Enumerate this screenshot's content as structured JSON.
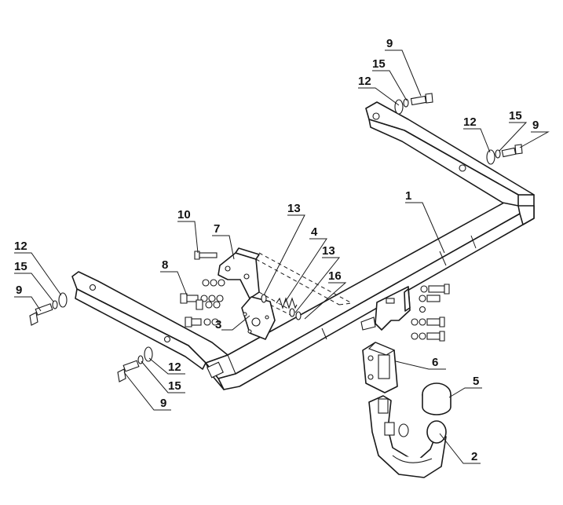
{
  "diagram": {
    "callouts": [
      {
        "id": "c-9-top",
        "text": "9"
      },
      {
        "id": "c-15-top",
        "text": "15"
      },
      {
        "id": "c-12-top",
        "text": "12"
      },
      {
        "id": "c-12-right",
        "text": "12"
      },
      {
        "id": "c-15-right",
        "text": "15"
      },
      {
        "id": "c-9-right",
        "text": "9"
      },
      {
        "id": "c-1",
        "text": "1"
      },
      {
        "id": "c-13-a",
        "text": "13"
      },
      {
        "id": "c-10",
        "text": "10"
      },
      {
        "id": "c-7",
        "text": "7"
      },
      {
        "id": "c-4",
        "text": "4"
      },
      {
        "id": "c-13-b",
        "text": "13"
      },
      {
        "id": "c-8",
        "text": "8"
      },
      {
        "id": "c-16",
        "text": "16"
      },
      {
        "id": "c-3",
        "text": "3"
      },
      {
        "id": "c-12-left",
        "text": "12"
      },
      {
        "id": "c-15-left",
        "text": "15"
      },
      {
        "id": "c-9-left",
        "text": "9"
      },
      {
        "id": "c-12-bottom",
        "text": "12"
      },
      {
        "id": "c-15-bottom",
        "text": "15"
      },
      {
        "id": "c-9-bottom",
        "text": "9"
      },
      {
        "id": "c-6",
        "text": "6"
      },
      {
        "id": "c-5",
        "text": "5"
      },
      {
        "id": "c-2",
        "text": "2"
      }
    ]
  }
}
